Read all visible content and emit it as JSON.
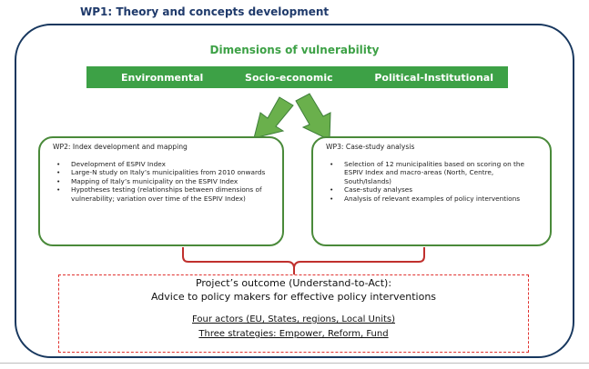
{
  "header": {
    "title": "WP1: Theory and concepts development"
  },
  "dimensions": {
    "title": "Dimensions of vulnerability",
    "items": [
      "Environmental",
      "Socio-economic",
      "Political-Institutional"
    ]
  },
  "wp2": {
    "title": "WP2:  Index development and mapping",
    "items": [
      "Development of ESPIV Index",
      "Large-N study on Italy’s municipalities from 2010 onwards",
      "Mapping of Italy’s municipality on the ESPIV Index",
      "Hypotheses testing (relationships between dimensions of vulnerability; variation over time of the ESPIV Index)"
    ]
  },
  "wp3": {
    "title": "WP3: Case-study analysis",
    "items": [
      "Selection of 12 municipalities based on scoring on the ESPIV Index and macro-areas (North, Centre, South/Islands)",
      "Case-study analyses",
      "Analysis of relevant examples of policy interventions"
    ]
  },
  "outcome": {
    "title": "Project’s outcome (Understand-to-Act):",
    "subtitle": "Advice to policy makers for effective policy interventions",
    "actors": "Four actors (EU, States, regions, Local Units)",
    "strategies": "Three strategies: Empower, Reform, Fund"
  },
  "colors": {
    "navy": "#17375e",
    "green": "#3da146",
    "arrow_green": "#6ab04c",
    "box_border": "#4a8a3a",
    "brace_red": "#c0302d",
    "dashed_red": "#e0322f"
  }
}
